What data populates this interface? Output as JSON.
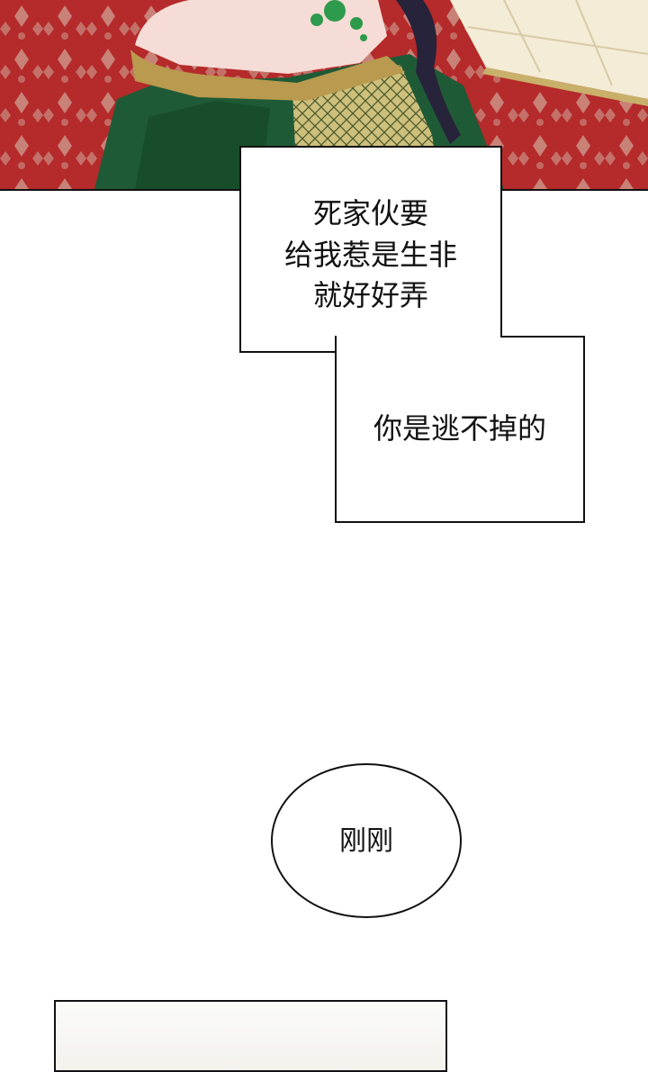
{
  "colors": {
    "carpet_red": "#b52a2a",
    "carpet_pattern": "#d8c9b8",
    "dress_green": "#1f5a36",
    "gold_trim": "#b99a4e",
    "skin": "#f6dcd6",
    "braid": "#27233a",
    "floor_tile": "#f3ecd6"
  },
  "captions": {
    "line1": "死家伙要",
    "line2": "给我惹是生非",
    "line3": "就好好弄",
    "line4": "你是逃不掉的"
  },
  "bubble": {
    "text": "刚刚"
  }
}
